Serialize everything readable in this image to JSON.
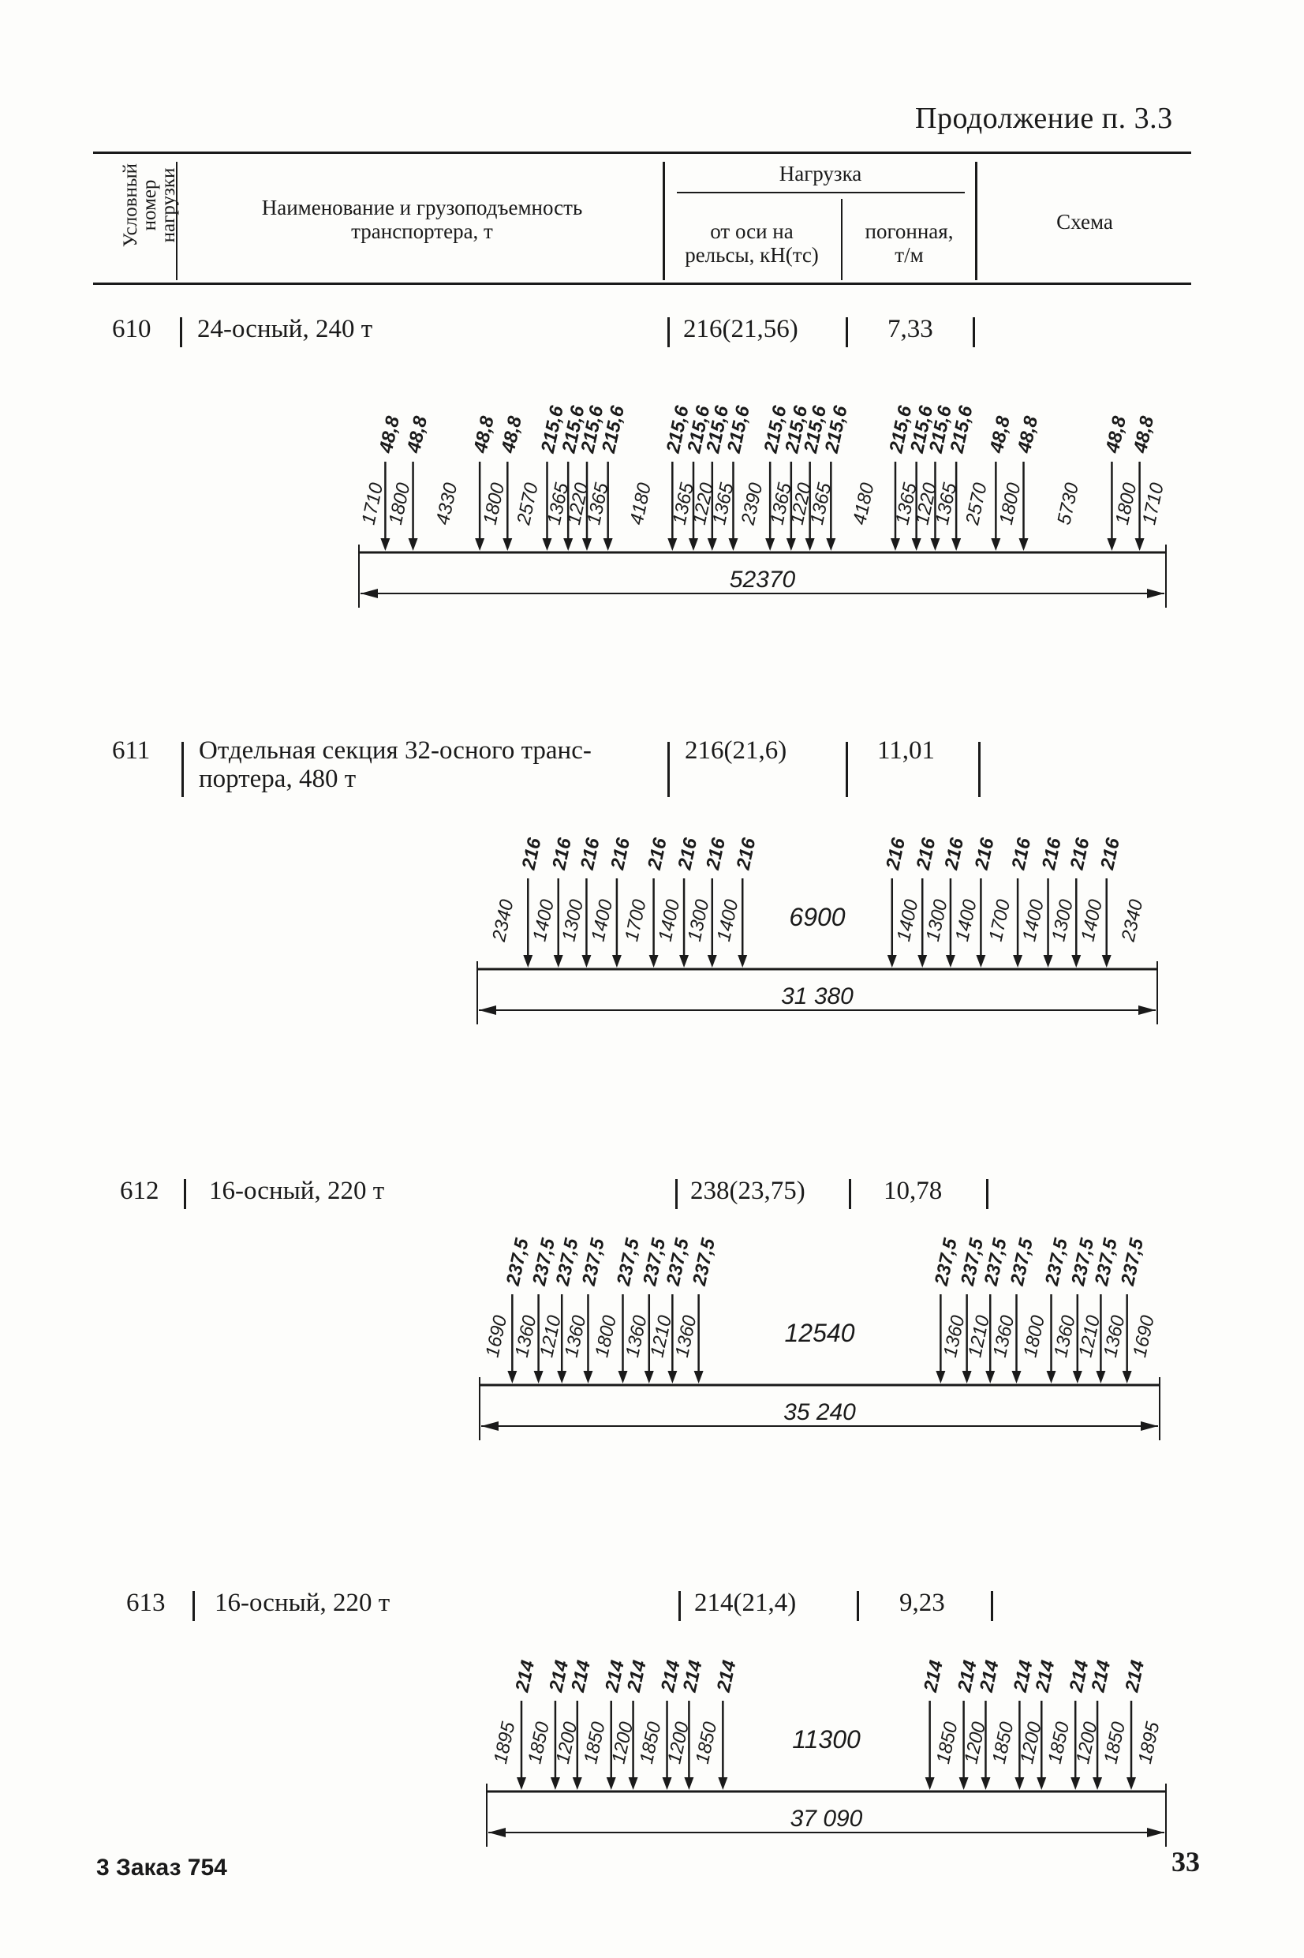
{
  "page": {
    "continuation": "Продолжение п. 3.3",
    "page_number": "33",
    "footer": "3 Заказ 754"
  },
  "table_header": {
    "col_number": [
      "Условный",
      "номер",
      "нагрузки"
    ],
    "col_name": [
      "Наименование и грузоподъемность",
      "транспортера, т"
    ],
    "load_group": "Нагрузка",
    "col_axle": [
      "от оси на",
      "рельсы, кН(тс)"
    ],
    "col_linear": [
      "погонная,",
      "т/м"
    ],
    "col_scheme": "Схема"
  },
  "rows": [
    {
      "number": "610",
      "name": [
        "24-осный, 240 т"
      ],
      "axle_load": "216(21,56)",
      "linear_load": "7,33",
      "scheme": {
        "total_length": "52370",
        "forces": [
          "48,8",
          "48,8",
          "48,8",
          "48,8",
          "215,6",
          "215,6",
          "215,6",
          "215,6",
          "215,6",
          "215,6",
          "215,6",
          "215,6",
          "215,6",
          "215,6",
          "215,6",
          "215,6",
          "215,6",
          "215,6",
          "215,6",
          "215,6",
          "48,8",
          "48,8",
          "48,8",
          "48,8"
        ],
        "gaps": [
          "1710",
          "1800",
          "4330",
          "1800",
          "2570",
          "1365",
          "1220",
          "1365",
          "4180",
          "1365",
          "1220",
          "1365",
          "2390",
          "1365",
          "1220",
          "1365",
          "4180",
          "1365",
          "1220",
          "1365",
          "2570",
          "1800",
          "5730",
          "1800",
          "1710"
        ]
      }
    },
    {
      "number": "611",
      "name": [
        "Отдельная секция 32-осного транс-",
        "портера, 480 т"
      ],
      "axle_load": "216(21,6)",
      "linear_load": "11,01",
      "scheme": {
        "total_length": "31 380",
        "center_gap": "6900",
        "forces": [
          "216",
          "216",
          "216",
          "216",
          "216",
          "216",
          "216",
          "216",
          "216",
          "216",
          "216",
          "216",
          "216",
          "216",
          "216",
          "216"
        ],
        "gaps_left": [
          "2340",
          "1400",
          "1300",
          "1400",
          "1700",
          "1400",
          "1300",
          "1400"
        ],
        "gaps_right": [
          "1400",
          "1300",
          "1400",
          "1700",
          "1400",
          "1300",
          "1400",
          "2340"
        ]
      }
    },
    {
      "number": "612",
      "name": [
        "16-осный, 220 т"
      ],
      "axle_load": "238(23,75)",
      "linear_load": "10,78",
      "scheme": {
        "total_length": "35 240",
        "center_gap": "12540",
        "forces": [
          "237,5",
          "237,5",
          "237,5",
          "237,5",
          "237,5",
          "237,5",
          "237,5",
          "237,5",
          "237,5",
          "237,5",
          "237,5",
          "237,5",
          "237,5",
          "237,5",
          "237,5",
          "237,5"
        ],
        "gaps_left": [
          "1690",
          "1360",
          "1210",
          "1360",
          "1800",
          "1360",
          "1210",
          "1360"
        ],
        "gaps_right": [
          "1360",
          "1210",
          "1360",
          "1800",
          "1360",
          "1210",
          "1360",
          "1690"
        ]
      }
    },
    {
      "number": "613",
      "name": [
        "16-осный, 220 т"
      ],
      "axle_load": "214(21,4)",
      "linear_load": "9,23",
      "scheme": {
        "total_length": "37 090",
        "center_gap": "11300",
        "forces": [
          "214",
          "214",
          "214",
          "214",
          "214",
          "214",
          "214",
          "214",
          "214",
          "214",
          "214",
          "214",
          "214",
          "214",
          "214",
          "214"
        ],
        "gaps_left": [
          "1895",
          "1850",
          "1200",
          "1850",
          "1200",
          "1850",
          "1200",
          "1850"
        ],
        "gaps_right": [
          "1850",
          "1200",
          "1850",
          "1200",
          "1850",
          "1200",
          "1850",
          "1895"
        ]
      }
    }
  ]
}
